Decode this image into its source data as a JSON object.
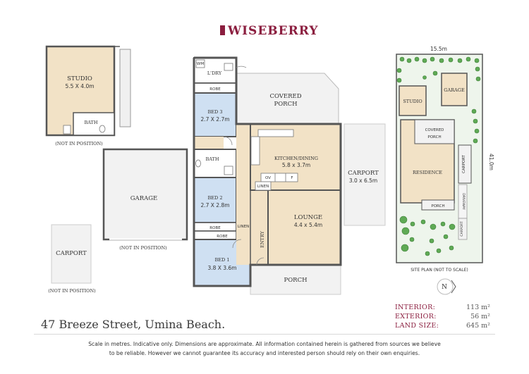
{
  "brand": {
    "name": "WISEBERRY",
    "color": "#8b1e3f"
  },
  "rooms": {
    "studio": {
      "name": "STUDIO",
      "dims": "5.5 X 4.0m"
    },
    "studio_bath": {
      "name": "BATH"
    },
    "studio_note": "(NOT IN POSITION)",
    "garage": {
      "name": "GARAGE"
    },
    "garage_note": "(NOT IN POSITION)",
    "carport_left": {
      "name": "CARPORT"
    },
    "carport_left_note": "(NOT IN POSITION)",
    "wm": "WM",
    "ldry": "L'DRY",
    "robe_top": "ROBE",
    "bed3": {
      "name": "BED 3",
      "dims": "2.7 X 2.7m"
    },
    "bath": "BATH",
    "bed2": {
      "name": "BED 2",
      "dims": "2.7 X 2.8m"
    },
    "robe_mid": "ROBE",
    "robe_low": "ROBE",
    "linen_low": "LINEN",
    "bed1": {
      "name": "BED 1",
      "dims": "3.8 X 3.6m"
    },
    "covered_porch": {
      "line1": "COVERED",
      "line2": "PORCH"
    },
    "kitchen": {
      "name": "KITCHEN/DINING",
      "dims": "5.8 x 3.7m"
    },
    "ov": "OV",
    "f": "F",
    "linen_mid": "LINEN",
    "entry": "ENTRY",
    "lounge": {
      "name": "LOUNGE",
      "dims": "4.4 x 5.4m"
    },
    "porch": "PORCH",
    "carport_right": {
      "name": "CARPORT",
      "dims": "3.0 x 6.5m"
    }
  },
  "site_plan": {
    "width_label": "15.5m",
    "depth_label": "41.0m",
    "studio": "STUDIO",
    "garage": "GARAGE",
    "covered_porch": {
      "line1": "COVERED",
      "line2": "PORCH"
    },
    "residence": "RESIDENCE",
    "carport": "CARPORT",
    "driveway": "DRIVEWAY",
    "porch": "PORCH",
    "carport2": "CARPORT",
    "caption": "SITE PLAN (NOT TO SCALE)",
    "north": "N"
  },
  "address": "47 Breeze Street, Umina Beach.",
  "stats": [
    {
      "label": "INTERIOR:",
      "value": "113 m²"
    },
    {
      "label": "EXTERIOR:",
      "value": "56 m²"
    },
    {
      "label": "LAND SIZE:",
      "value": "645 m²"
    }
  ],
  "disclaimer": {
    "line1": "Scale in metres. Indicative only. Dimensions are approximate. All information contained herein is gathered from sources we believe",
    "line2": "to be reliable. However we cannot guarantee its accuracy and interested person should rely on their own enquiries."
  },
  "colors": {
    "floor_wood": "#f2e2c6",
    "floor_blue": "#cfe0f2",
    "wall": "#555555",
    "outdoor": "#f2f2f2",
    "lawn": "#eef5ec",
    "tree": "#5faa55"
  }
}
